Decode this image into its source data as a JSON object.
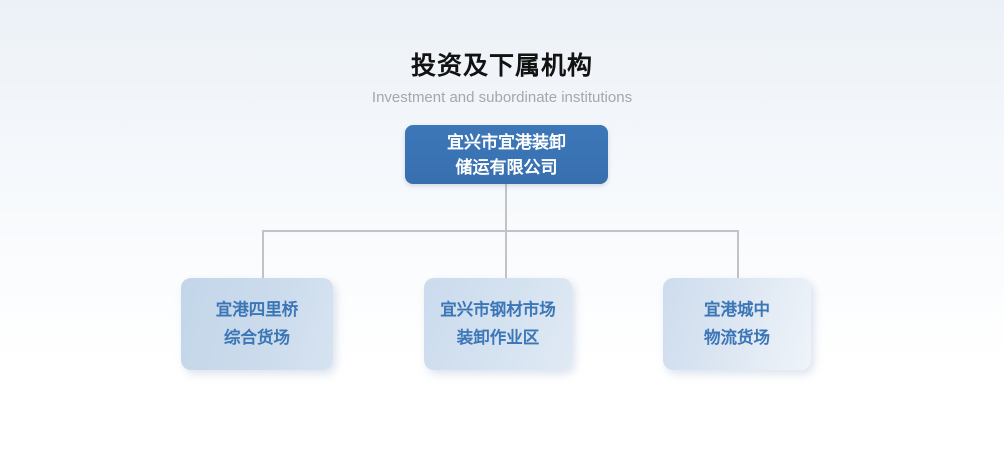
{
  "header": {
    "title": "投资及下属机构",
    "subtitle": "Investment and subordinate institutions"
  },
  "org_chart": {
    "root": {
      "line1": "宜兴市宜港装卸",
      "line2": "储运有限公司"
    },
    "children": [
      {
        "line1": "宜港四里桥",
        "line2": "综合货场"
      },
      {
        "line1": "宜兴市钢材市场",
        "line2": "装卸作业区"
      },
      {
        "line1": "宜港城中",
        "line2": "物流货场"
      }
    ]
  },
  "colors": {
    "root_node_bg": "#3a73b4",
    "root_node_text": "#ffffff",
    "child_node_bg_start": "#c6d8ea",
    "child_node_bg_end": "#eef3f9",
    "child_node_text": "#3b76b6",
    "connector": "#c2c3c4",
    "title_text": "#121212",
    "subtitle_text": "#a4a7ac",
    "page_bg_top": "#ecf1f7",
    "page_bg_bottom": "#ffffff"
  }
}
